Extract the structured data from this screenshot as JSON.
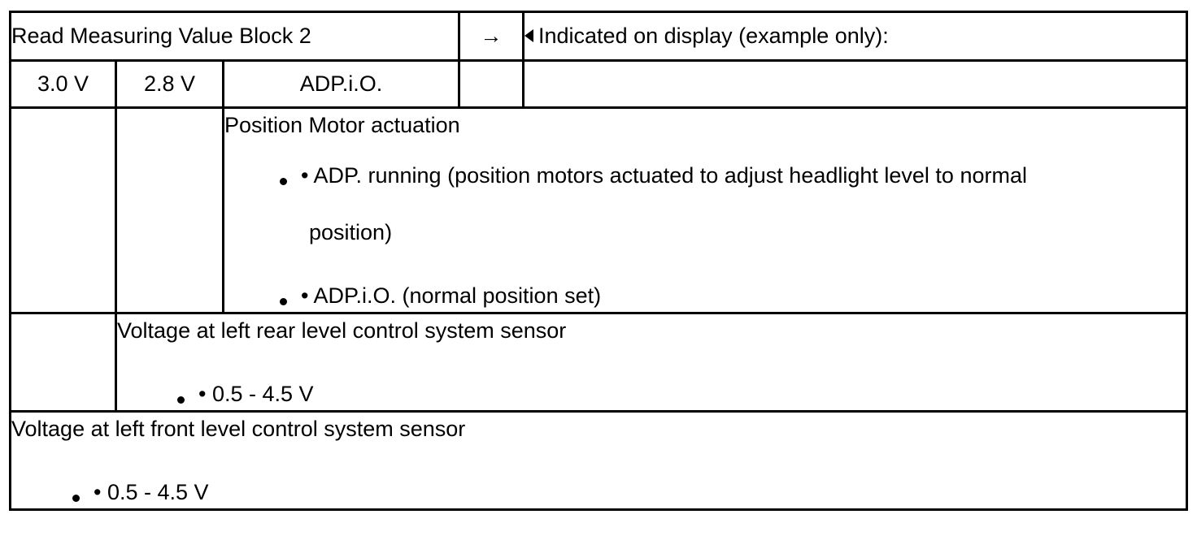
{
  "document": {
    "type": "technical-service-table",
    "rows": {
      "header": {
        "title": "Read Measuring Value Block 2",
        "arrow_icon": "right-arrow",
        "arrow_glyph": "→",
        "note_marker_icon": "left-triangle-marker",
        "note": "Indicated on display (example only):"
      },
      "values": {
        "value_1": "3.0 V",
        "value_2": "2.8 V",
        "status": "ADP.i.O.",
        "arrow_cell": "",
        "note_cell": ""
      },
      "position_motor": {
        "blank_1": "",
        "blank_2": "",
        "heading": "Position Motor actuation",
        "items": [
          {
            "text": "• ADP. running (position motors actuated to adjust headlight level to normal",
            "continuation": "position)"
          },
          {
            "text": "• ADP.i.O. (normal position set)",
            "continuation": ""
          }
        ]
      },
      "rear_sensor": {
        "blank_1": "",
        "heading": "Voltage at left rear level control system sensor",
        "items": [
          {
            "text": "• 0.5 - 4.5 V"
          }
        ]
      },
      "front_sensor": {
        "heading": "Voltage at left front level control system sensor",
        "items": [
          {
            "text": "• 0.5 - 4.5 V"
          }
        ]
      }
    }
  },
  "colors": {
    "ink": "#000000",
    "paper": "#ffffff"
  }
}
